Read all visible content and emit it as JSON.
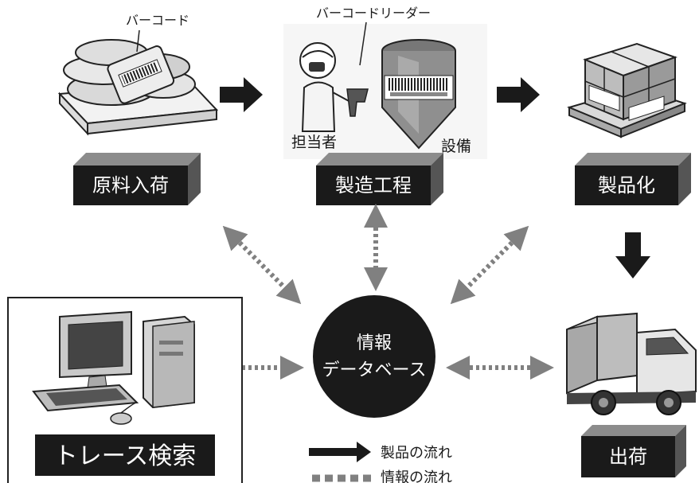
{
  "stages": {
    "raw_material": "原料入荷",
    "manufacturing": "製造工程",
    "product": "製品化",
    "shipping": "出荷",
    "trace_search": "トレース検索"
  },
  "annotations": {
    "barcode": "バーコード",
    "barcode_reader": "バーコードリーダー",
    "operator": "担当者",
    "equipment": "設備"
  },
  "database": {
    "line1": "情報",
    "line2": "データベース"
  },
  "legend": {
    "product_flow": "製品の流れ",
    "info_flow": "情報の流れ"
  },
  "colors": {
    "plate": "#1a1a1a",
    "arrow": "#1a1a1a",
    "info_arrow": "#808080"
  },
  "icons": [
    "sacks-icon",
    "worker-icon",
    "tank-icon",
    "pallet-boxes-icon",
    "truck-icon",
    "computer-icon"
  ]
}
